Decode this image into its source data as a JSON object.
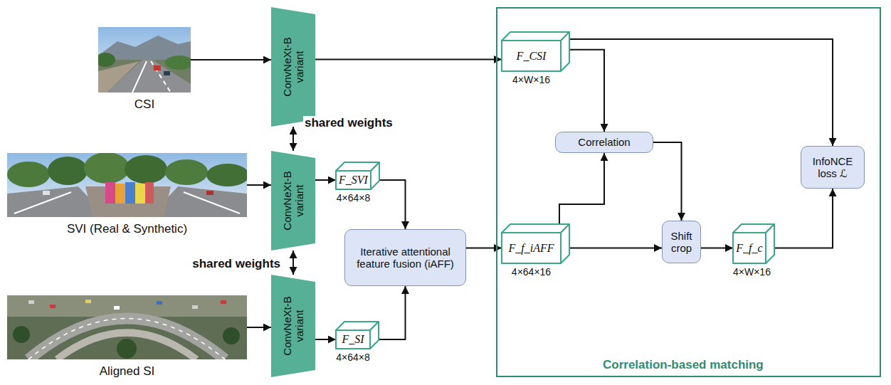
{
  "diagram": {
    "nodes": [
      {
        "text": [
          "CSI"
        ]
      },
      {
        "text": [
          "ConvNeXt-B variant"
        ]
      },
      {
        "text": [
          "SVI (Real & Synthetic)"
        ]
      },
      {
        "text": [
          "ConvNeXt-B variant"
        ]
      },
      {
        "text": [
          "F_SVI",
          "4×64×8"
        ]
      },
      {
        "text": [
          "Aligned SI"
        ]
      },
      {
        "text": [
          "ConvNeXt-B variant"
        ]
      },
      {
        "text": [
          "F_SI",
          "4×64×8"
        ]
      },
      {
        "text": [
          "Iterative attentional feature fusion (iAFF)"
        ]
      },
      {
        "text": [
          "Correlation-based matching"
        ]
      },
      {
        "text": [
          "F_CSI",
          "4×W×16"
        ],
        "in": 9
      },
      {
        "text": [
          "Correlation"
        ],
        "in": 9
      },
      {
        "text": [
          "InfoNCE loss ℒ"
        ],
        "in": 9
      },
      {
        "text": [
          "F_f_iAFF",
          "4×64×16"
        ],
        "in": 9
      },
      {
        "text": [
          "Shift crop"
        ],
        "in": 9
      },
      {
        "text": [
          "F_f_c",
          "4×W×16"
        ],
        "in": 9
      }
    ],
    "edges": [
      {
        "from": 0,
        "to": 1,
        "arrow": "to"
      },
      {
        "from": 1,
        "to": 10,
        "arrow": "to"
      },
      {
        "from": 1,
        "to": 3,
        "arrow": "both",
        "label": "shared weights"
      },
      {
        "from": 2,
        "to": 3,
        "arrow": "to"
      },
      {
        "from": 3,
        "to": 4,
        "arrow": "to"
      },
      {
        "from": 3,
        "to": 6,
        "arrow": "both",
        "label": "shared weights"
      },
      {
        "from": 5,
        "to": 6,
        "arrow": "to"
      },
      {
        "from": 6,
        "to": 7,
        "arrow": "to"
      },
      {
        "from": 4,
        "to": 8,
        "arrow": "to"
      },
      {
        "from": 7,
        "to": 8,
        "arrow": "to"
      },
      {
        "from": 8,
        "to": 13,
        "arrow": "to"
      },
      {
        "from": 10,
        "to": 11,
        "arrow": "to"
      },
      {
        "from": 13,
        "to": 11,
        "arrow": "to"
      },
      {
        "from": 10,
        "to": 12,
        "arrow": "to"
      },
      {
        "from": 11,
        "to": 14,
        "arrow": "to"
      },
      {
        "from": 13,
        "to": 14,
        "arrow": "to"
      },
      {
        "from": 14,
        "to": 15,
        "arrow": "to"
      },
      {
        "from": 15,
        "to": 12,
        "arrow": "to"
      }
    ]
  }
}
